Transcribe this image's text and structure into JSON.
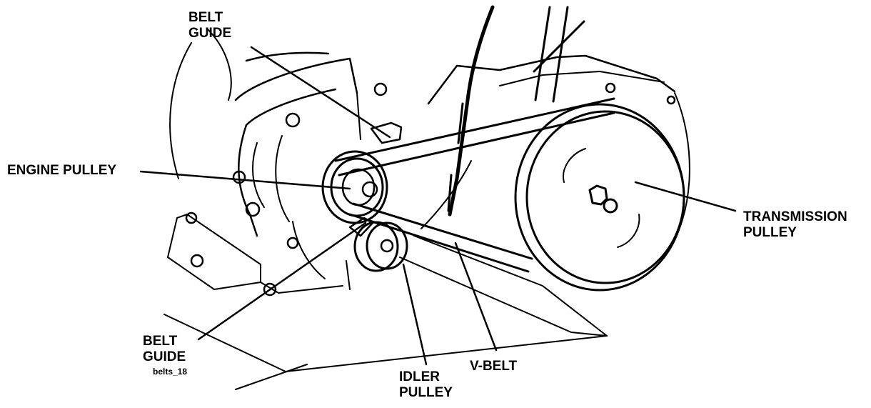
{
  "labels": {
    "belt_guide_top": {
      "line1": "BELT",
      "line2": "GUIDE"
    },
    "engine_pulley": {
      "line1": "ENGINE PULLEY"
    },
    "transmission_pulley": {
      "line1": "TRANSMISSION",
      "line2": "PULLEY"
    },
    "belt_guide_bottom": {
      "line1": "BELT",
      "line2": "GUIDE"
    },
    "idler_pulley": {
      "line1": "IDLER",
      "line2": "PULLEY"
    },
    "v_belt": {
      "line1": "V-BELT"
    }
  },
  "figure_code": "belts_18",
  "colors": {
    "ink": "#000000",
    "background": "#ffffff"
  }
}
